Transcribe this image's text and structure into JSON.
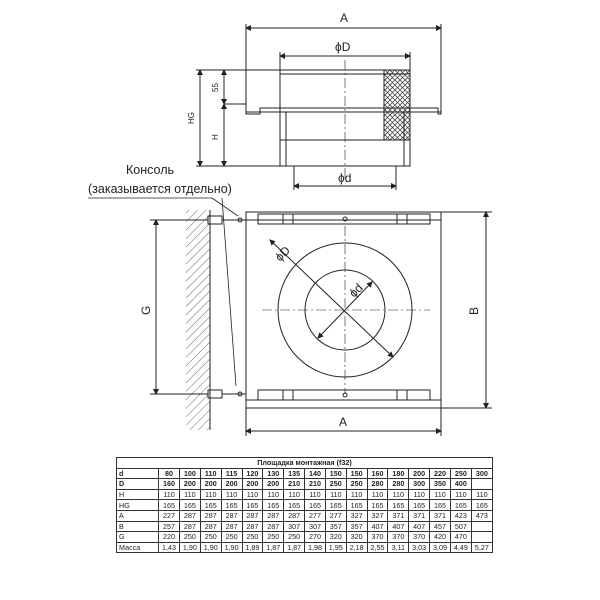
{
  "drawing": {
    "top_view": {
      "dim_A": "A",
      "dim_D": "ϕD",
      "dim_d": "ϕd",
      "dim_55": "55",
      "dim_HG": "HG",
      "dim_H": "H"
    },
    "front_view": {
      "dim_D": "ϕD",
      "dim_d": "ϕd",
      "dim_A": "A",
      "dim_B": "B",
      "dim_G": "G"
    },
    "console_label": "Консоль",
    "console_note": "(заказывается отдельно)"
  },
  "table": {
    "caption": "Площадка монтажная (f32)",
    "rows": [
      {
        "label": "d",
        "values": [
          "80",
          "100",
          "110",
          "115",
          "120",
          "130",
          "135",
          "140",
          "150",
          "150",
          "160",
          "180",
          "200",
          "220",
          "250",
          "300"
        ],
        "bold": true
      },
      {
        "label": "D",
        "values": [
          "160",
          "200",
          "200",
          "200",
          "200",
          "200",
          "210",
          "210",
          "250",
          "250",
          "280",
          "280",
          "300",
          "350",
          "400"
        ],
        "bold": true
      },
      {
        "label": "H",
        "values": [
          "110",
          "110",
          "110",
          "110",
          "110",
          "110",
          "110",
          "110",
          "110",
          "110",
          "110",
          "110",
          "110",
          "110",
          "110",
          "110"
        ],
        "bold": false
      },
      {
        "label": "HG",
        "values": [
          "165",
          "165",
          "165",
          "165",
          "165",
          "165",
          "165",
          "165",
          "165",
          "165",
          "165",
          "165",
          "165",
          "165",
          "165",
          "165"
        ],
        "bold": false
      },
      {
        "label": "A",
        "values": [
          "227",
          "287",
          "287",
          "287",
          "287",
          "287",
          "287",
          "277",
          "277",
          "327",
          "327",
          "371",
          "371",
          "371",
          "423",
          "473"
        ],
        "bold": false
      },
      {
        "label": "B",
        "values": [
          "257",
          "287",
          "287",
          "287",
          "287",
          "287",
          "307",
          "307",
          "357",
          "357",
          "407",
          "407",
          "407",
          "457",
          "507"
        ],
        "bold": false
      },
      {
        "label": "G",
        "values": [
          "220",
          "250",
          "250",
          "250",
          "250",
          "250",
          "250",
          "270",
          "320",
          "320",
          "370",
          "370",
          "370",
          "420",
          "470"
        ],
        "bold": false
      },
      {
        "label": "Масса",
        "values": [
          "1,43",
          "1,90",
          "1,90",
          "1,90",
          "1,89",
          "1,87",
          "1,87",
          "1,98",
          "1,95",
          "2,18",
          "2,55",
          "3,11",
          "3,03",
          "3,09",
          "4,49",
          "5,27"
        ],
        "bold": false
      }
    ]
  }
}
